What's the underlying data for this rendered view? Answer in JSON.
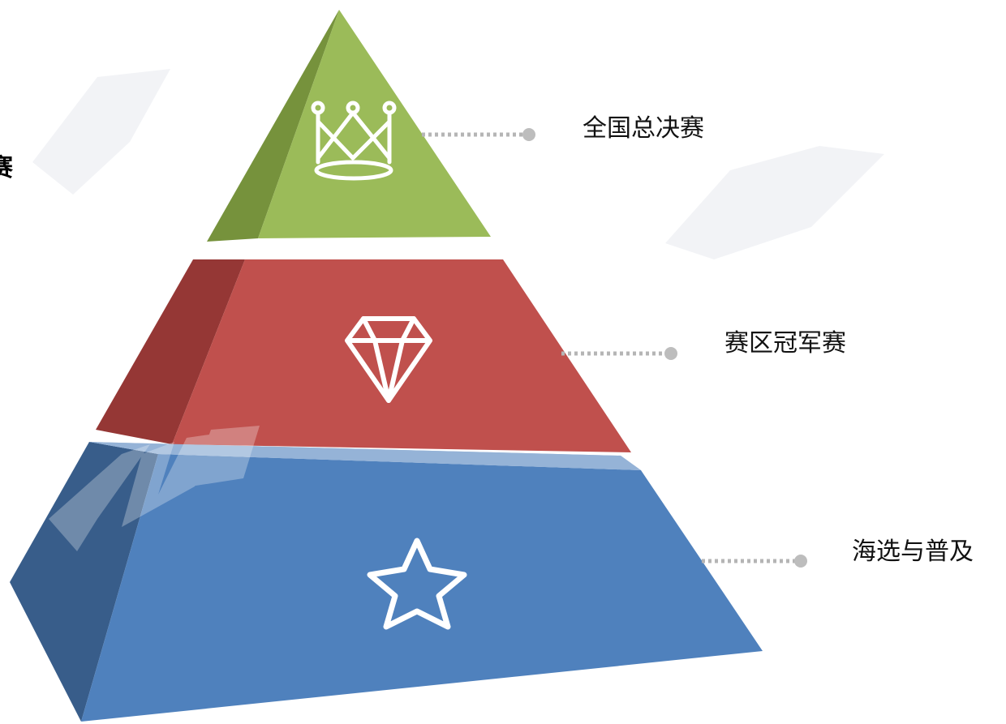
{
  "pyramid": {
    "tiers": [
      {
        "label": "全国总决赛",
        "icon": "crown-icon",
        "color": "#9BBB59"
      },
      {
        "label": "赛区冠军赛",
        "icon": "diamond-icon",
        "color": "#C0504D"
      },
      {
        "label": "海选与普及",
        "icon": "star-icon",
        "color": "#4F81BD"
      }
    ]
  },
  "edge_text": "赛"
}
